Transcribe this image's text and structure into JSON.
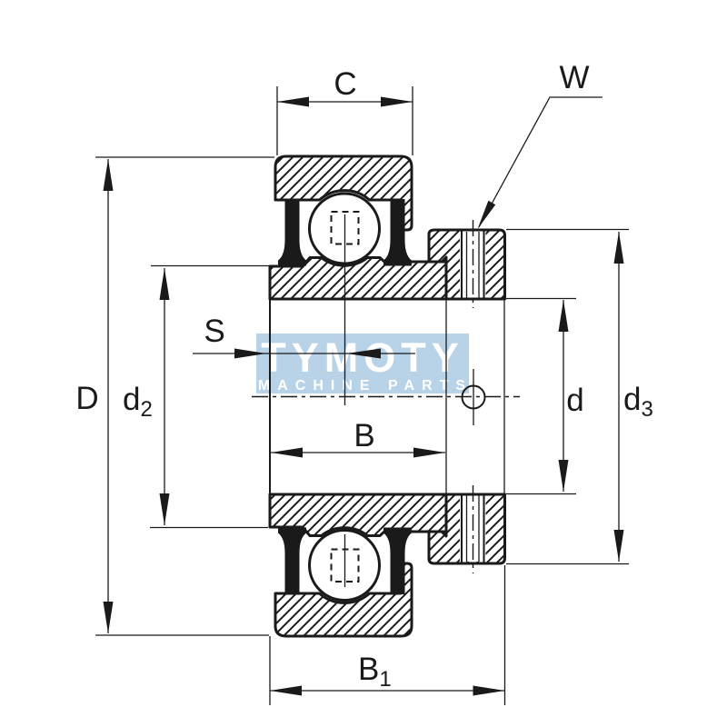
{
  "page": {
    "background": "#ffffff",
    "ink_color": "#1a1a1a"
  },
  "watermark": {
    "line1": "TYMOTY",
    "line2": "MACHINE PARTS",
    "bg_color": "#b8d2e8",
    "text_color": "#ffffff"
  },
  "labels": {
    "outer_ring_width": "C",
    "set_screw": "W",
    "outer_diameter": "D",
    "d2_base": "d",
    "d2_sub": "2",
    "s": "S",
    "inner_ring_width": "B",
    "bore_diameter": "d",
    "d3_base": "d",
    "d3_sub": "3",
    "b1_base": "B",
    "b1_sub": "1"
  }
}
